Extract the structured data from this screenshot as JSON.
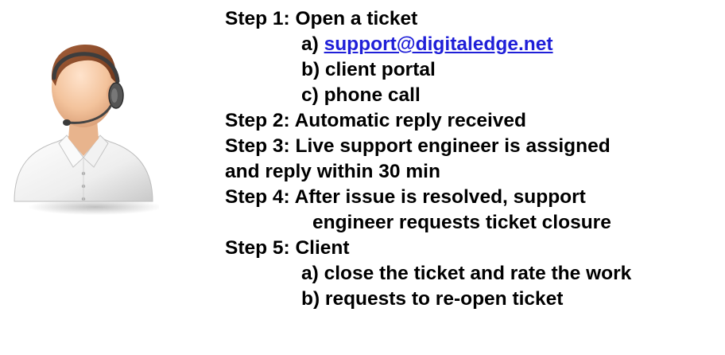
{
  "icons": {
    "avatar": "support-agent-with-headset-icon"
  },
  "colors": {
    "text": "#000000",
    "link": "#1f1fd8",
    "shirt": "#f2f2f2",
    "skin": "#f4c9a6",
    "hair": "#8a4a2a",
    "headset": "#4a4a4a"
  },
  "steps": {
    "step1": {
      "title": "Step 1: Open a ticket",
      "a_prefix": "a) ",
      "a_link": "support@digitaledge.net",
      "b": "b) client portal",
      "c": "c) phone call"
    },
    "step2": {
      "title": "Step 2: Automatic reply received"
    },
    "step3": {
      "line1": "Step 3: Live support engineer is assigned",
      "line2": "and reply within 30 min"
    },
    "step4": {
      "line1": "Step 4: After issue is resolved, support",
      "line2": "engineer requests ticket closure"
    },
    "step5": {
      "title": "Step 5: Client",
      "a": "a) close the ticket and rate the work",
      "b": "b) requests to re-open ticket"
    }
  }
}
